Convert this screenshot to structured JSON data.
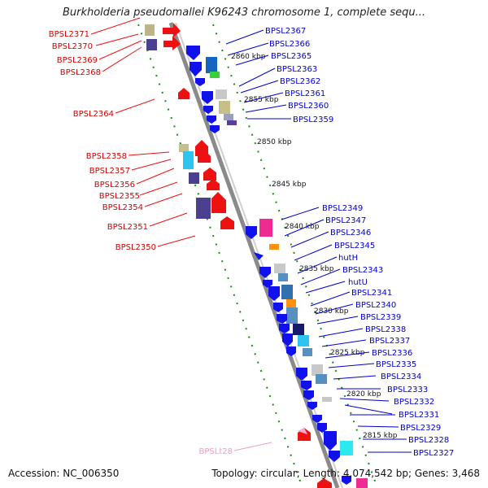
{
  "title": "Burkholderia pseudomallei K96243 chromosome 1, complete sequ...",
  "footer": {
    "accession": "Accession: NC_006350",
    "topology": "Topology: circular; Length: 4,074,542 bp; Genes: 3,468"
  },
  "colors": {
    "forward_label": "#d40000",
    "reverse_label": "#0000cc",
    "rna_label": "#f39ac8",
    "backbone": "#8a8a8a",
    "tick": "#1a8a1a"
  },
  "scale_labels": [
    "2860 kbp",
    "2855 kbp",
    "2850 kbp",
    "2845 kbp",
    "2840 kbp",
    "2835 kbp",
    "2830 kbp",
    "2825 kbp",
    "2820 kbp",
    "2815 kbp"
  ],
  "genes_left": [
    "BPSL2371",
    "BPSL2370",
    "BPSL2369",
    "BPSL2368",
    "BPSL2364",
    "BPSL2358",
    "BPSL2357",
    "BPSL2356",
    "BPSL2355",
    "BPSL2354",
    "BPSL2351",
    "BPSL2350",
    "BPSLt28"
  ],
  "genes_right": [
    "BPSL2367",
    "BPSL2366",
    "BPSL2365",
    "BPSL2363",
    "BPSL2362",
    "BPSL2361",
    "BPSL2360",
    "BPSL2359",
    "BPSL2349",
    "BPSL2347",
    "BPSL2346",
    "BPSL2345",
    "hutH",
    "BPSL2343",
    "hutU",
    "BPSL2341",
    "BPSL2340",
    "BPSL2339",
    "BPSL2338",
    "BPSL2337",
    "BPSL2336",
    "BPSL2335",
    "BPSL2334",
    "BPSL2333",
    "BPSL2332",
    "BPSL2331",
    "BPSL2329",
    "BPSL2328",
    "BPSL2327"
  ]
}
